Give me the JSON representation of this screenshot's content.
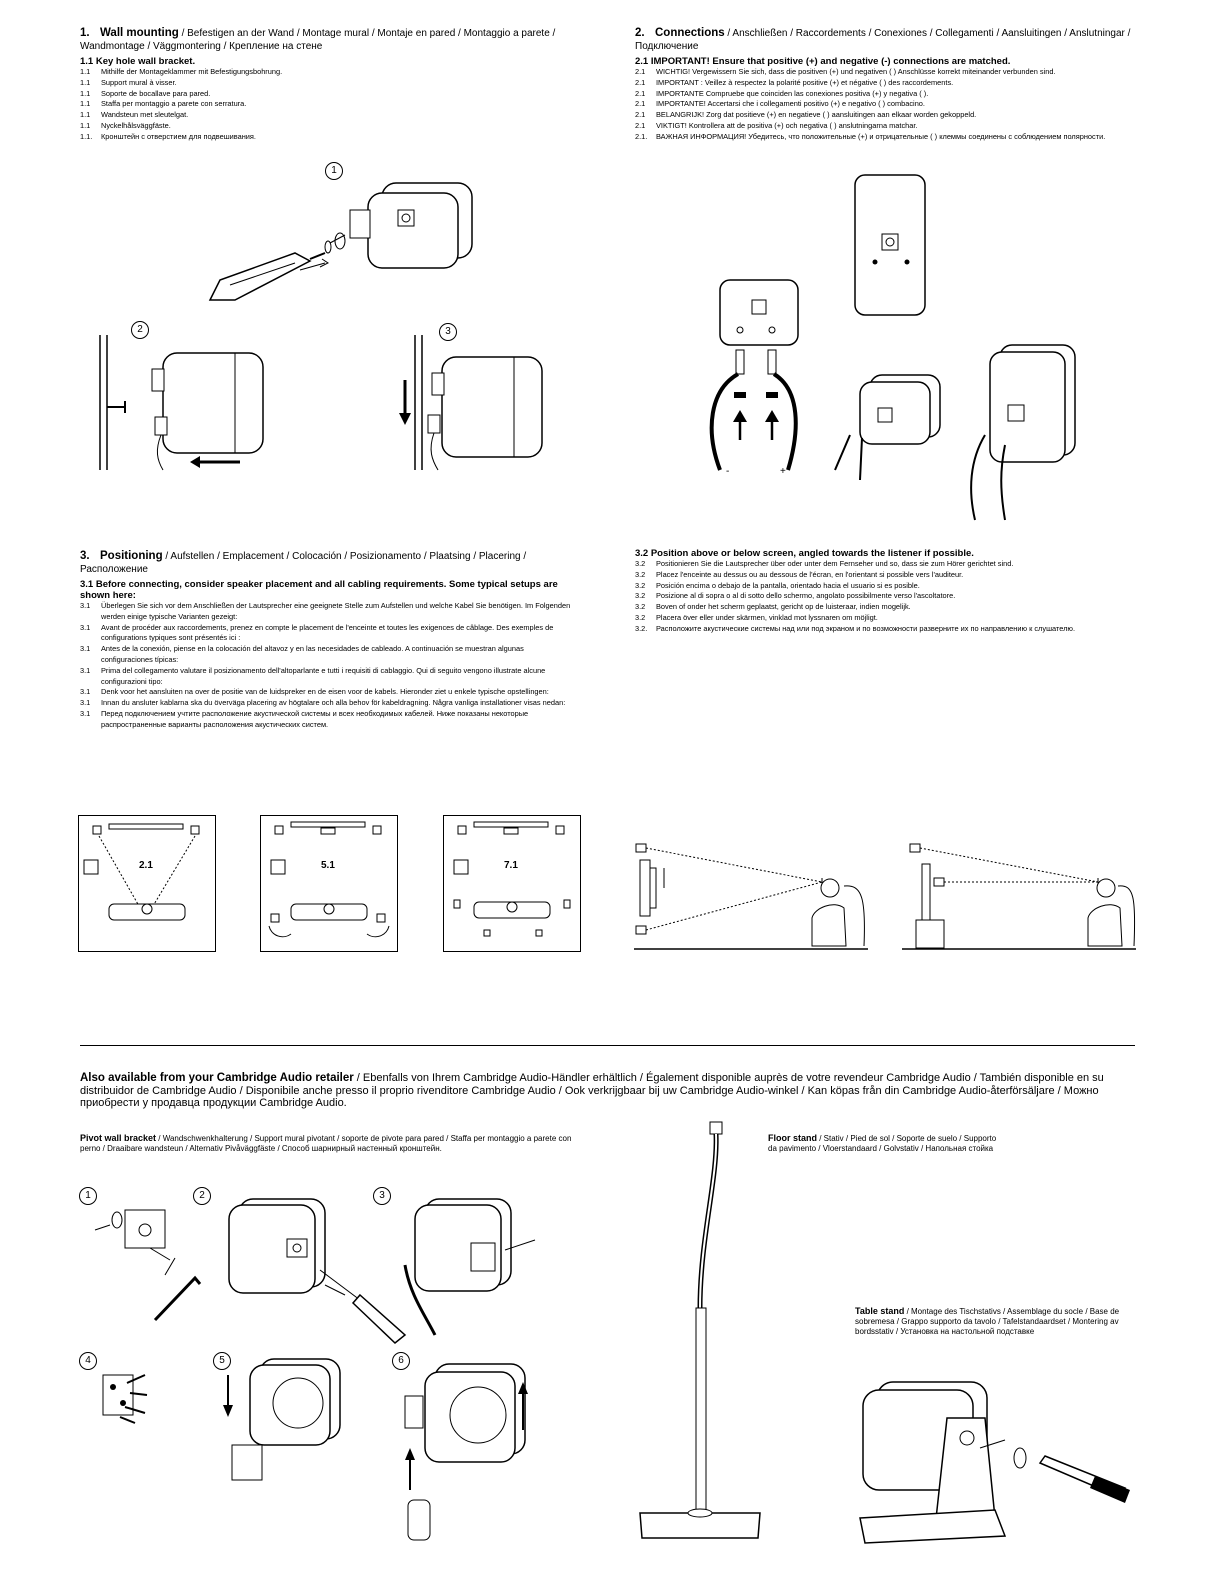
{
  "wall_mounting": {
    "number": "1.",
    "title": "Wall mounting",
    "title_rest": " / Befestigen an der Wand / Montage mural / Montaje en pared / Montaggio a parete / Wandmontage / Väggmontering / Крепление на стене",
    "sub_heading": "1.1  Key hole wall bracket.",
    "lines": [
      {
        "n": "1.1",
        "t": "Mithilfe der Montageklammer mit Befestigungsbohrung."
      },
      {
        "n": "1.1",
        "t": "Support mural à visser."
      },
      {
        "n": "1.1",
        "t": "Soporte de bocallave para pared."
      },
      {
        "n": "1.1",
        "t": "Staffa per montaggio a parete con serratura."
      },
      {
        "n": "1.1",
        "t": "Wandsteun met sleutelgat."
      },
      {
        "n": "1.1",
        "t": "Nyckelhålsväggfäste."
      },
      {
        "n": "1.1.",
        "t": "Кронштейн с отверстием для подвешивания."
      }
    ],
    "steps": [
      "1",
      "2",
      "3"
    ]
  },
  "connections": {
    "number": "2.",
    "title": "Connections",
    "title_rest": " / Anschließen / Raccordements / Conexiones / Collegamenti / Aansluitingen / Anslutningar / Подключение",
    "sub_heading": "2.1  IMPORTANT! Ensure that positive (+) and negative (-) connections are matched.",
    "lines": [
      {
        "n": "2.1",
        "t": "WICHTIG! Vergewissern Sie sich, dass die positiven (+) und negativen ( ) Anschlüsse korrekt miteinander verbunden sind."
      },
      {
        "n": "2.1",
        "t": "IMPORTANT : Veillez à respectez la polarité positive (+) et négative ( ) des raccordements."
      },
      {
        "n": "2.1",
        "t": "IMPORTANTE Compruebe que coinciden las conexiones positiva (+) y negativa ( )."
      },
      {
        "n": "2.1",
        "t": "IMPORTANTE! Accertarsi che i collegamenti positivo (+) e negativo ( ) combacino."
      },
      {
        "n": "2.1",
        "t": "BELANGRIJK! Zorg dat positieve (+) en negatieve ( ) aansluitingen aan elkaar worden gekoppeld."
      },
      {
        "n": "2.1",
        "t": "VIKTIGT! Kontrollera att de positiva (+) och negativa ( ) anslutningarna matchar."
      },
      {
        "n": "2.1.",
        "t": "ВАЖНАЯ ИНФОРМАЦИЯ! Убедитесь, что положительные (+) и отрицательные ( ) клеммы соединены с соблюдением полярности."
      }
    ],
    "minus_label": "-",
    "plus_label": "+"
  },
  "positioning": {
    "number": "3.",
    "title": "Positioning",
    "title_rest": " / Aufstellen / Emplacement / Colocación / Posizionamento / Plaatsing / Placering / Расположение",
    "sub_heading": "3.1  Before connecting, consider speaker placement and all cabling requirements. Some typical setups are shown here:",
    "lines": [
      {
        "n": "3.1",
        "t": "Überlegen Sie sich vor dem Anschließen der Lautsprecher eine geeignete Stelle zum Aufstellen und welche Kabel Sie benötigen. Im Folgenden werden einige typische Varianten gezeigt:"
      },
      {
        "n": "3.1",
        "t": "Avant de procéder aux raccordements, prenez en compte le placement de l'enceinte et toutes les exigences de câblage. Des exemples de configurations typiques sont présentés ici :"
      },
      {
        "n": "3.1",
        "t": "Antes de la conexión, piense en la colocación del altavoz y en las necesidades de cableado. A continuación se muestran algunas configuraciones típicas:"
      },
      {
        "n": "3.1",
        "t": "Prima del collegamento valutare il posizionamento dell'altoparlante e tutti i requisiti di cablaggio. Qui di seguito vengono illustrate alcune configurazioni tipo:"
      },
      {
        "n": "3.1",
        "t": "Denk voor het aansluiten na over de positie van de luidspreker en de eisen voor de kabels. Hieronder ziet u enkele typische opstellingen:"
      },
      {
        "n": "3.1",
        "t": "Innan du ansluter kablarna ska du överväga placering av högtalare och alla behov för kabeldragning. Några vanliga installationer visas nedan:"
      },
      {
        "n": "3.1",
        "t": "Перед подключением учтите расположение акустической системы и всех необходимых кабелей. Ниже показаны некоторые распространенные варианты расположения акустических систем."
      }
    ],
    "setups": [
      "2.1",
      "5.1",
      "7.1"
    ]
  },
  "position_above": {
    "sub_heading": "3.2  Position above or below screen, angled towards the listener if possible.",
    "lines": [
      {
        "n": "3.2",
        "t": "Positionieren Sie die Lautsprecher über oder unter dem Fernseher und so, dass sie zum Hörer gerichtet sind."
      },
      {
        "n": "3.2",
        "t": "Placez l'enceinte au dessus ou au dessous de l'écran, en l'orientant si possible vers l'auditeur."
      },
      {
        "n": "3.2",
        "t": "Posición encima o debajo de la pantalla, orientado hacia el usuario si es posible."
      },
      {
        "n": "3.2",
        "t": "Posizione al di sopra o al di sotto dello schermo, angolato possibilmente verso l'ascoltatore."
      },
      {
        "n": "3.2",
        "t": "Boven of onder het scherm geplaatst, gericht op de luisteraar, indien mogelijk."
      },
      {
        "n": "3.2",
        "t": "Placera över eller under skärmen, vinklad mot lyssnaren om möjligt."
      },
      {
        "n": "3.2.",
        "t": "Расположите акустические системы над или под экраном и по возможности разверните их по направлению к слушателю."
      }
    ]
  },
  "also_available": {
    "title": "Also available from your Cambridge Audio retailer",
    "title_rest": " / Ebenfalls von Ihrem Cambridge Audio-Händler erhältlich / Également disponible auprès de votre revendeur Cambridge Audio / También disponible en su distribuidor de Cambridge Audio / Disponibile anche presso il proprio rivenditore Cambridge Audio / Ook verkrijgbaar bij uw Cambridge Audio-winkel / Kan köpas från din Cambridge Audio-återförsäljare / Можно приобрести у продавца продукции Cambridge Audio."
  },
  "pivot": {
    "title": "Pivot wall bracket",
    "title_rest": " / Wandschwenkhalterung / Support mural pivotant / soporte de pivote para pared / Staffa per montaggio a parete con perno / Draaibare wandsteun / Alternativ  Pivåväggfäste / Способ  шарнирный настенный кронштейн.",
    "steps": [
      "1",
      "2",
      "3",
      "4",
      "5",
      "6"
    ]
  },
  "floor_stand": {
    "title": "Floor stand",
    "title_rest": " / Stativ / Pied de sol / Soporte de suelo / Supporto da pavimento / Vloerstandaard / Golvstativ / Напольная стойка"
  },
  "table_stand": {
    "title": "Table stand",
    "title_rest": " / Montage des Tischstativs / Assemblage du socle / Base de sobremesa / Grappo supporto da tavolo / Tafelstandaardset / Montering av bordsstativ / Установка на настольной подставке"
  }
}
